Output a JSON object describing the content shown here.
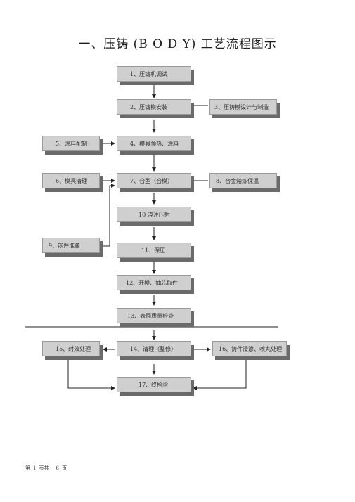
{
  "title": "一、压铸 (B O D Y) 工艺流程图示",
  "steps": {
    "s1": "1、压铸机调试",
    "s2": "2、压铸模安装",
    "s3": "3、压铸模设计与制造",
    "s4": "4、模具预热、涂料",
    "s5": "5、涂料配制",
    "s6": "6、模具清理",
    "s7": "7、合型（合模）",
    "s8": "8、合金熔炼保温",
    "s9": "9、嵌件准备",
    "s10": "10 浇注压射",
    "s11": "11、保压",
    "s12": "12、开模、抽芯取件",
    "s13": "13、表面质量检查",
    "s14": "14、清理（整修）",
    "s15": "15、时效处理",
    "s16": "16、铸件浸渗、喷丸处理",
    "s17": "17、终检验"
  },
  "footer": {
    "page_prefix": "第",
    "page_current": "1",
    "page_mid": "页共",
    "page_total": "6",
    "page_suffix": "页"
  },
  "colors": {
    "box_fill": "#cfcfcf",
    "box_shadow": "#6a6a6a",
    "line": "#222222"
  }
}
